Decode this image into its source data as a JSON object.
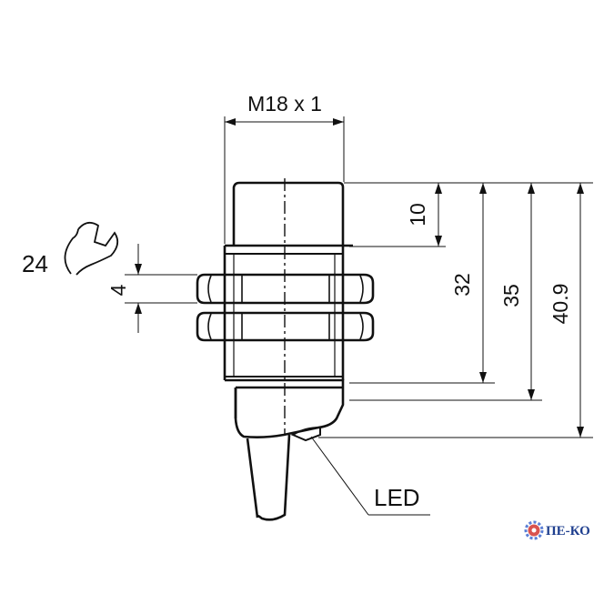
{
  "diagram": {
    "thread_label": "M18 x 1",
    "wrench_size": "24",
    "nut_thickness": "4",
    "dim_10": "10",
    "dim_32": "32",
    "dim_35": "35",
    "dim_40_9": "40.9",
    "led_label": "LED"
  },
  "watermark": {
    "text": "ПЕ-КО",
    "icon": "gear-icon"
  }
}
